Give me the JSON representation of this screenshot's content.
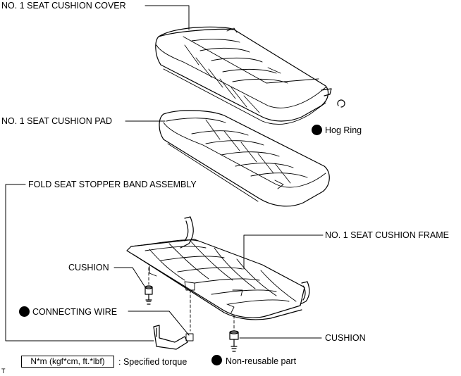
{
  "labels": {
    "cover": "NO. 1 SEAT CUSHION COVER",
    "hog_ring": "Hog Ring",
    "pad": "NO. 1 SEAT CUSHION PAD",
    "stopper_band": "FOLD SEAT STOPPER BAND ASSEMBLY",
    "frame": "NO. 1 SEAT CUSHION FRAME",
    "cushion_left": "CUSHION",
    "connecting_wire": "CONNECTING WIRE",
    "cushion_right": "CUSHION",
    "torque_unit": "N*m (kgf*cm, ft.*lbf)",
    "torque_desc": ": Specified torque",
    "non_reusable": "Non-reusable part",
    "corner_mark": "T"
  },
  "colors": {
    "line": "#000000",
    "background": "#ffffff"
  },
  "icons": {
    "non_reusable_marker": "filled-circle-icon"
  }
}
